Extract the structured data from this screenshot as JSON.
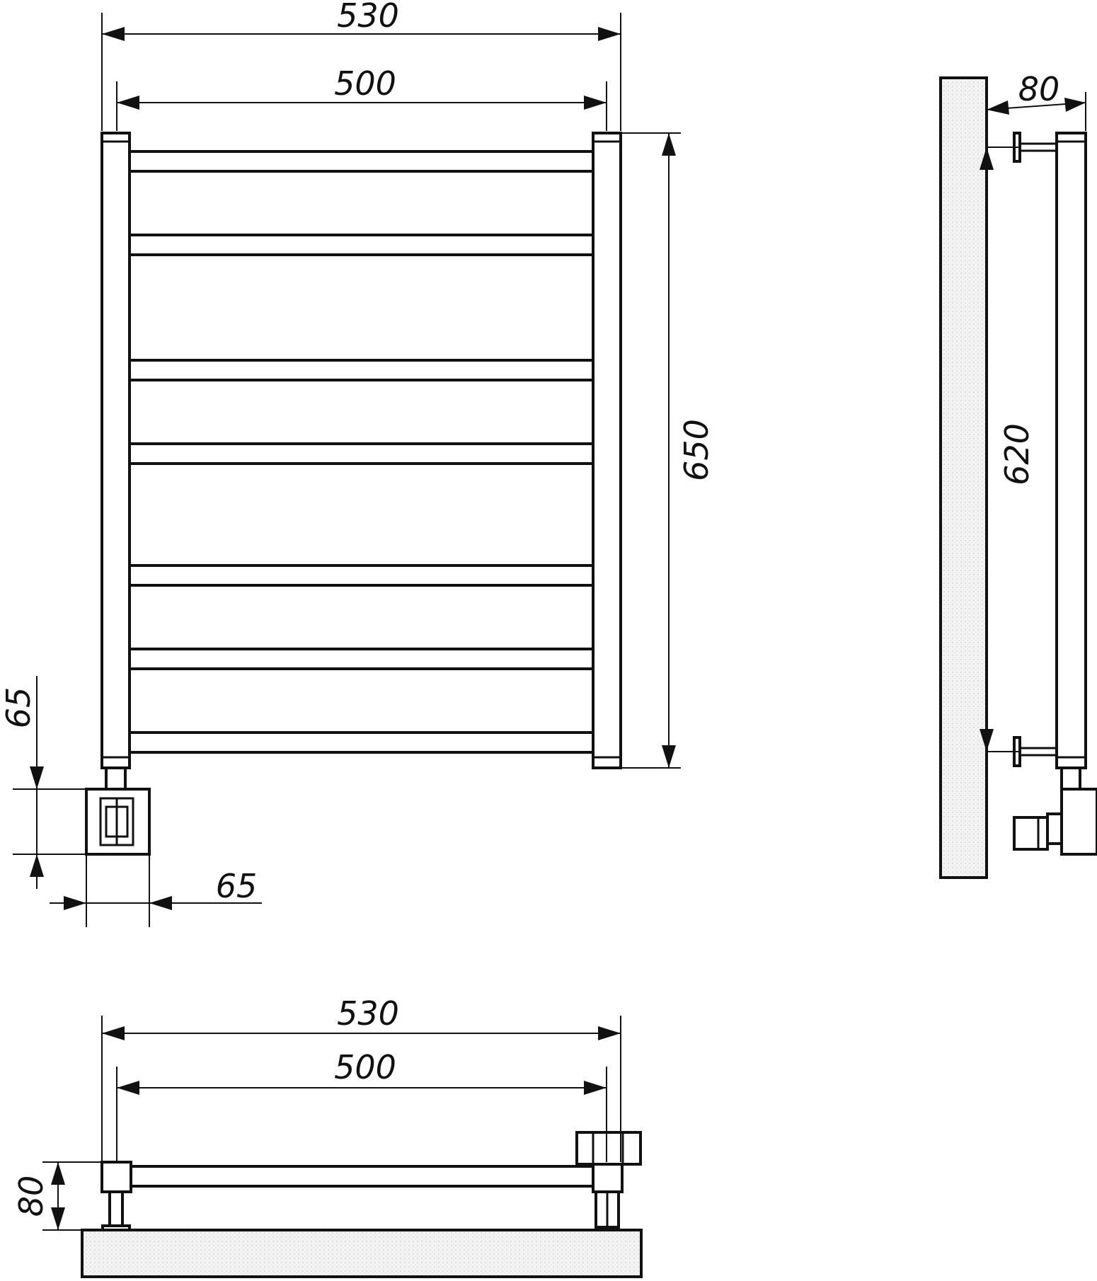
{
  "front_view": {
    "overall_width": "530",
    "inner_width": "500",
    "height": "650",
    "connector_height": "65",
    "connector_width": "65"
  },
  "side_view": {
    "depth": "80",
    "mount_distance": "620"
  },
  "top_view": {
    "overall_width": "530",
    "inner_width": "500",
    "depth": "80"
  },
  "colors": {
    "line": "#111111",
    "background": "#ffffff",
    "wall_hatch": "#d0d0d0"
  }
}
